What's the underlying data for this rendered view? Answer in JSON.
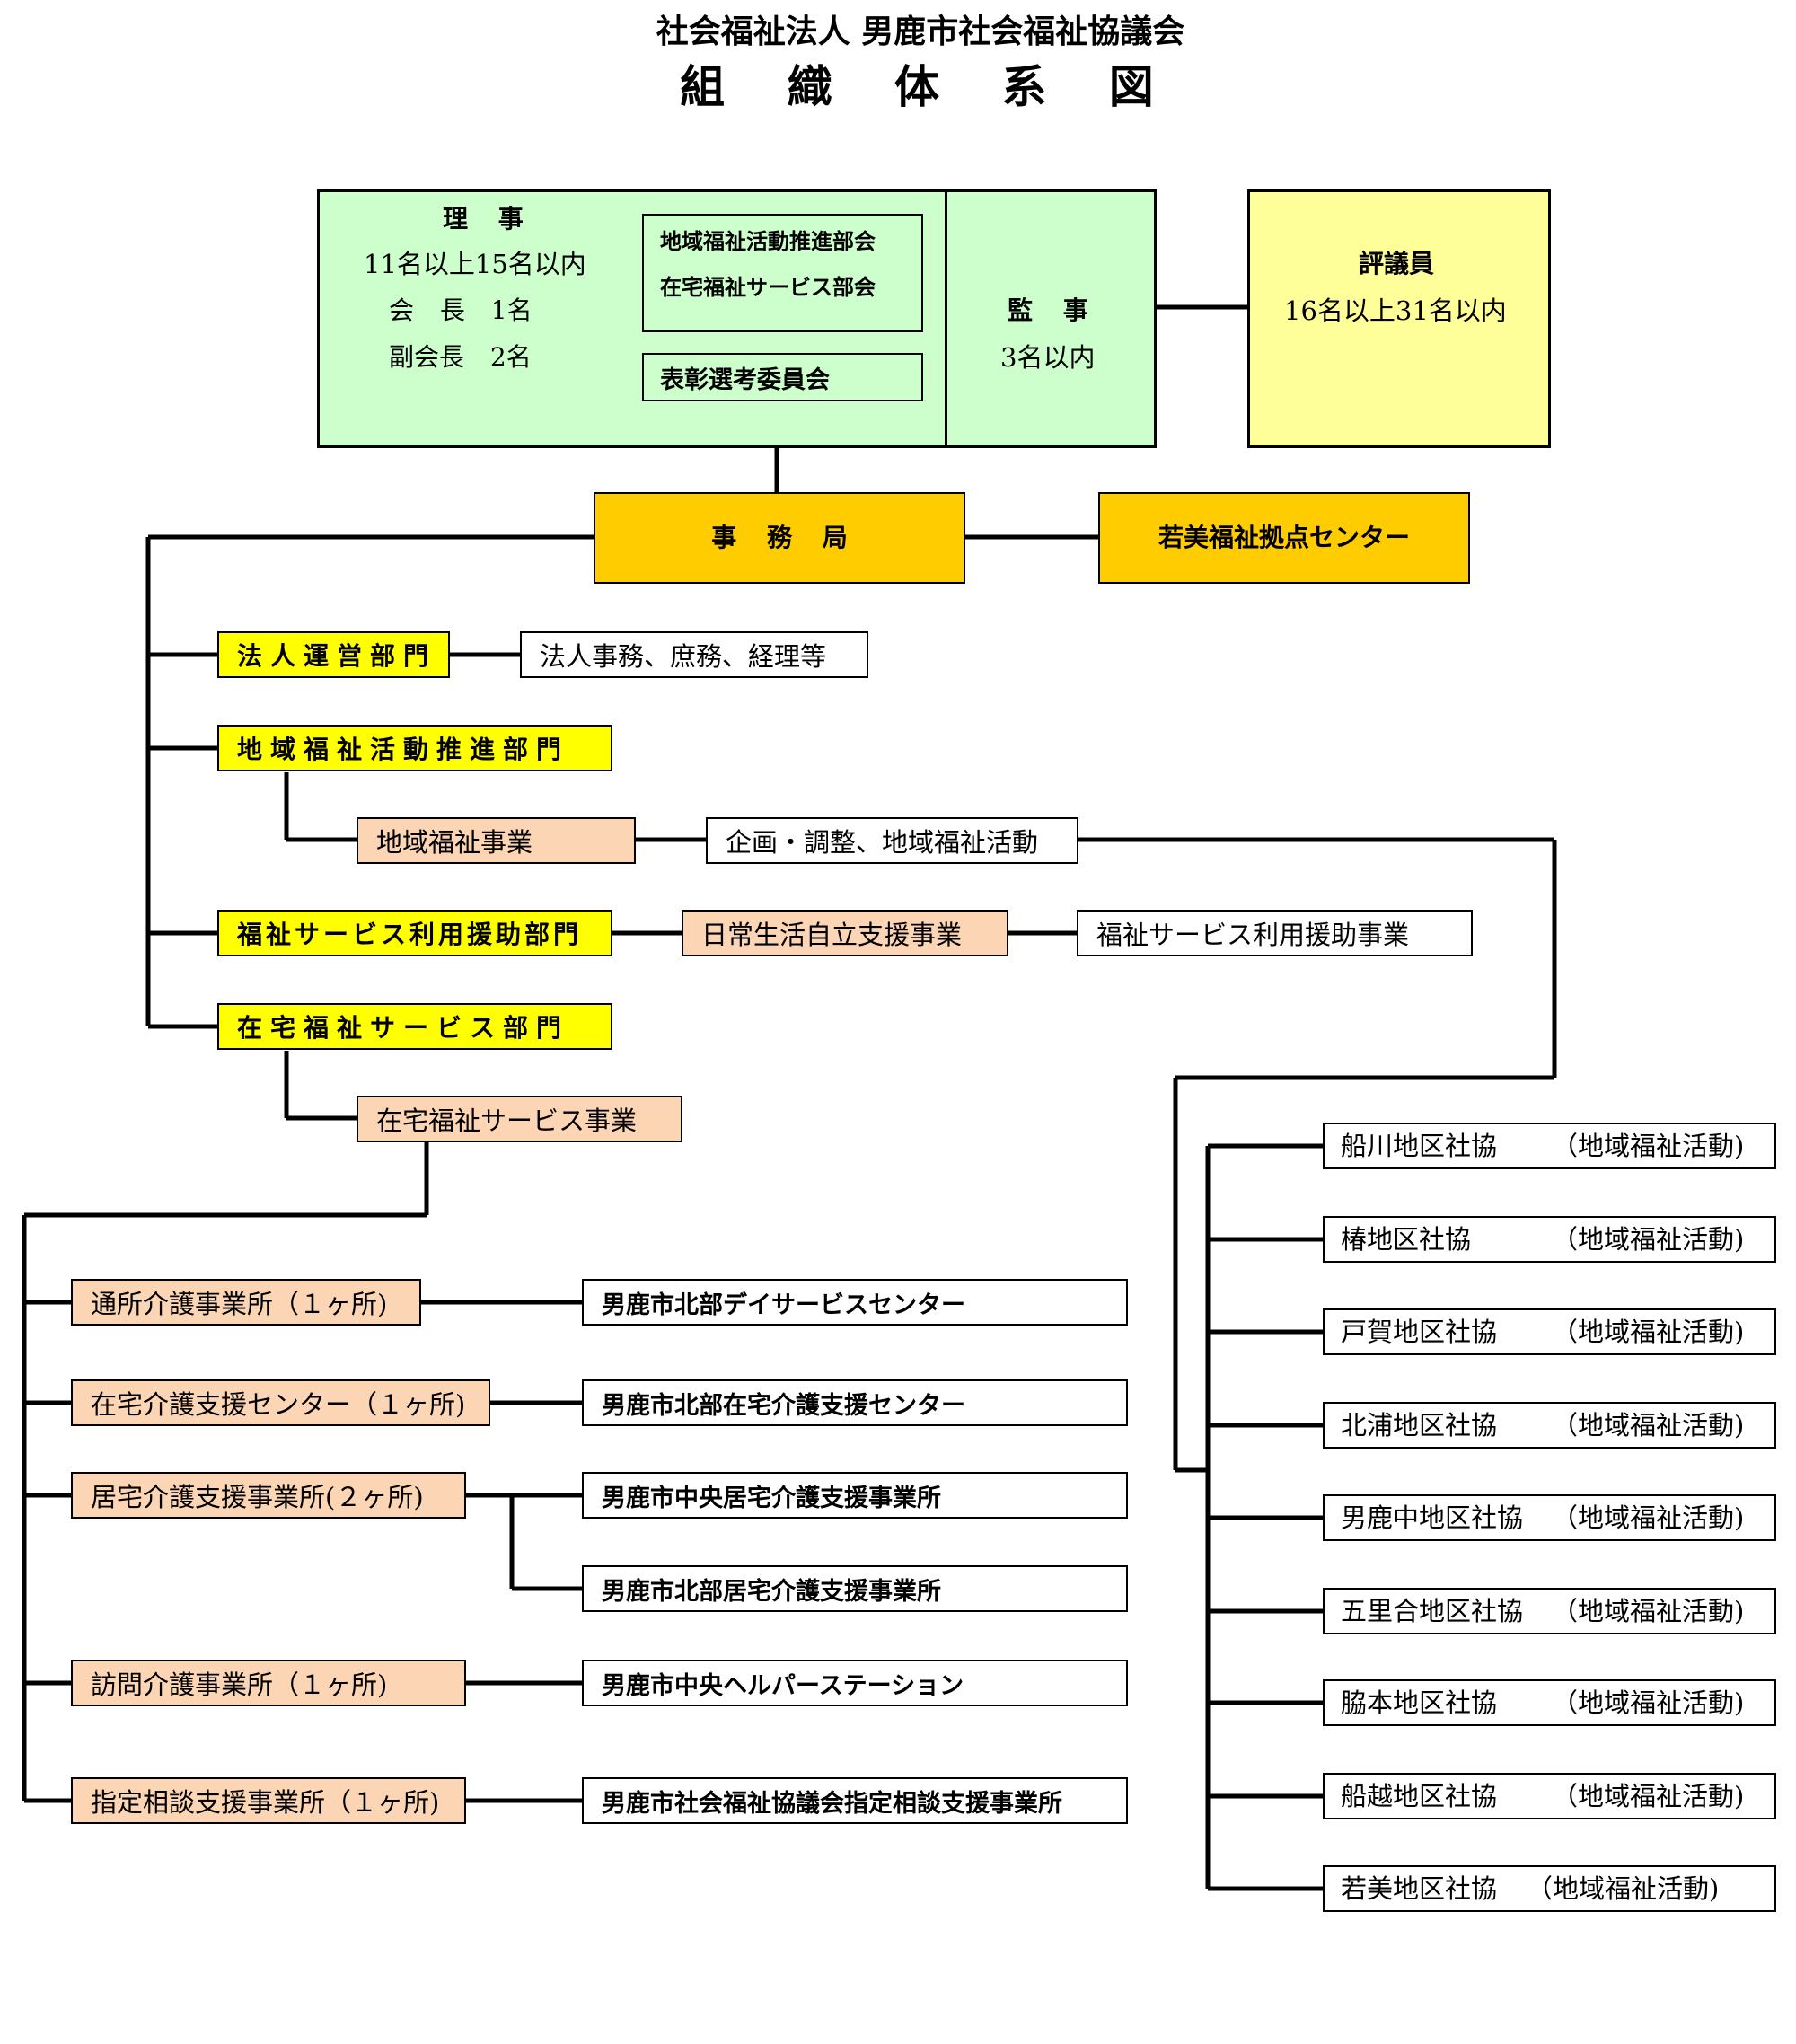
{
  "header": {
    "org": "社会福祉法人 男鹿市社会福祉協議会",
    "title": "組 織 体 系 図"
  },
  "board": {
    "riji_label": "理 事",
    "riji_count": "11名以上15名以内",
    "chair": "会 長 1名",
    "vice_chair": "副会長 2名",
    "sub1": "地域福祉活動推進部会",
    "sub2": "在宅福祉サービス部会",
    "award_committee": "表彰選考委員会",
    "kanji_label": "監 事",
    "kanji_count": "3名以内"
  },
  "councilors": {
    "label": "評議員",
    "count": "16名以上31名以内"
  },
  "secretariat": "事 務 局",
  "center": "若美福祉拠点センター",
  "departments": {
    "corporate": "法人運営部門",
    "community": "地域福祉活動推進部門",
    "service_aid": "福祉サービス利用援助部門",
    "home": "在宅福祉サービス部門"
  },
  "business": {
    "corporate_work": "法人事務、庶務、経理等",
    "community_biz": "地域福祉事業",
    "community_work": "企画・調整、地域福祉活動",
    "daily_life": "日常生活自立支援事業",
    "service_aid_work": "福祉サービス利用援助事業",
    "home_biz": "在宅福祉サービス事業"
  },
  "home_services": [
    {
      "type": "通所介護事業所（１ヶ所)",
      "facility": "男鹿市北部デイサービスセンター"
    },
    {
      "type": "在宅介護支援センター（１ヶ所)",
      "facility": "男鹿市北部在宅介護支援センター"
    },
    {
      "type": "居宅介護支援事業所(２ヶ所)",
      "facility": "男鹿市中央居宅介護支援事業所"
    },
    {
      "type": "",
      "facility": "男鹿市北部居宅介護支援事業所"
    },
    {
      "type": "訪問介護事業所（１ヶ所)",
      "facility": "男鹿市中央ヘルパーステーション"
    },
    {
      "type": "指定相談支援事業所（１ヶ所)",
      "facility": "男鹿市社会福祉協議会指定相談支援事業所"
    }
  ],
  "districts": [
    {
      "name": "船川地区社協",
      "activity": "（地域福祉活動)"
    },
    {
      "name": "椿地区社協",
      "activity": "（地域福祉活動)"
    },
    {
      "name": "戸賀地区社協",
      "activity": "（地域福祉活動)"
    },
    {
      "name": "北浦地区社協",
      "activity": "（地域福祉活動)"
    },
    {
      "name": "男鹿中地区社協",
      "activity": "（地域福祉活動)"
    },
    {
      "name": "五里合地区社協",
      "activity": "（地域福祉活動)"
    },
    {
      "name": "脇本地区社協",
      "activity": "（地域福祉活動)"
    },
    {
      "name": "船越地区社協",
      "activity": "（地域福祉活動)"
    },
    {
      "name": "若美地区社協",
      "activity": "（地域福祉活動)"
    }
  ],
  "colors": {
    "board_fill": "#ccffcc",
    "councilor_fill": "#ffff99",
    "secretariat_fill": "#ffcc00",
    "department_fill": "#ffff00",
    "business_fill": "#fcd5b4"
  }
}
